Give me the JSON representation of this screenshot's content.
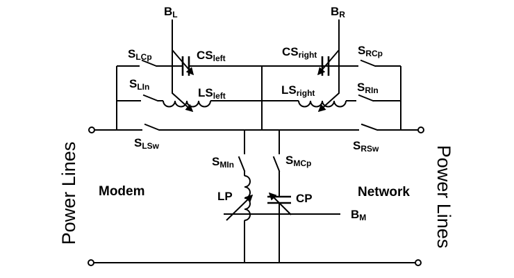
{
  "diagram": {
    "background": "#ffffff",
    "line_color": "#000000",
    "regions": {
      "power_lines_left": "Power Lines",
      "power_lines_right": "Power Lines",
      "modem": "Modem",
      "network": "Network"
    },
    "control_shafts": {
      "b_left": {
        "main": "B",
        "sub": "L"
      },
      "b_right": {
        "main": "B",
        "sub": "R"
      },
      "b_middle": {
        "main": "B",
        "sub": "M"
      }
    },
    "switches": {
      "s_lcp": {
        "main": "S",
        "sub": "LCp"
      },
      "s_lin": {
        "main": "S",
        "sub": "LIn"
      },
      "s_lsw": {
        "main": "S",
        "sub": "LSw"
      },
      "s_rcp": {
        "main": "S",
        "sub": "RCp"
      },
      "s_rin": {
        "main": "S",
        "sub": "RIn"
      },
      "s_rsw": {
        "main": "S",
        "sub": "RSw"
      },
      "s_min": {
        "main": "S",
        "sub": "MIn"
      },
      "s_mcp": {
        "main": "S",
        "sub": "MCp"
      }
    },
    "capacitors": {
      "cs_left": {
        "main": "CS",
        "sub": "left"
      },
      "cs_right": {
        "main": "CS",
        "sub": "right"
      },
      "cp": {
        "main": "CP"
      }
    },
    "inductors": {
      "ls_left": {
        "main": "LS",
        "sub": "left"
      },
      "ls_right": {
        "main": "LS",
        "sub": "right"
      },
      "lp": {
        "main": "LP"
      }
    }
  }
}
